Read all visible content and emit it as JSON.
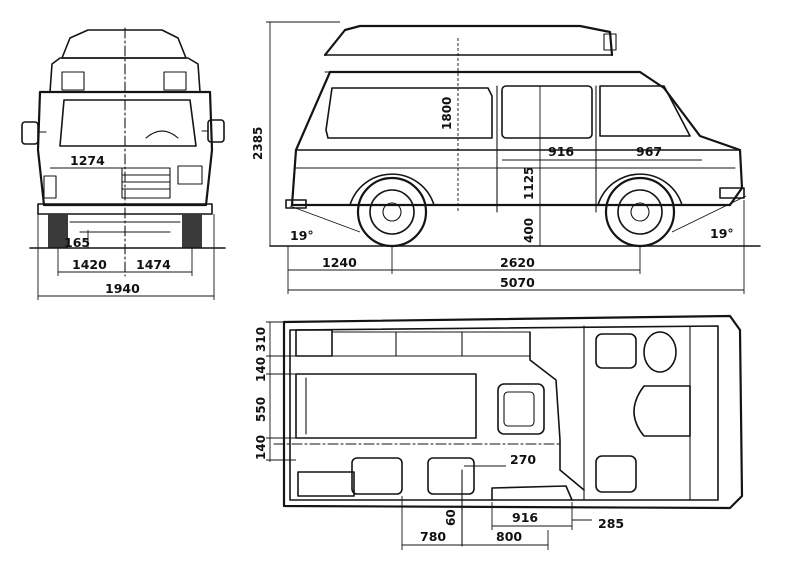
{
  "front_view": {
    "dims": {
      "inner_width": "1274",
      "ground_clearance": "165",
      "track_front": "1420",
      "track_rear": "1474",
      "overall_width": "1940"
    }
  },
  "side_view": {
    "dims": {
      "overall_height": "2385",
      "interior_height": "1800",
      "floor_height": "1125",
      "sill_height": "400",
      "window_a": "916",
      "window_b": "967",
      "approach_angle": "19°",
      "departure_angle": "19°",
      "front_overhang": "1240",
      "wheelbase": "2620",
      "overall_length": "5070"
    }
  },
  "plan_view": {
    "dims": {
      "v_310": "310",
      "v_140_top": "140",
      "v_550": "550",
      "v_140_bottom": "140",
      "h_270": "270",
      "v_60": "60",
      "h_916": "916",
      "h_285": "285",
      "h_780": "780",
      "h_800": "800"
    }
  },
  "colors": {
    "ink": "#141414",
    "paper": "#ffffff"
  }
}
